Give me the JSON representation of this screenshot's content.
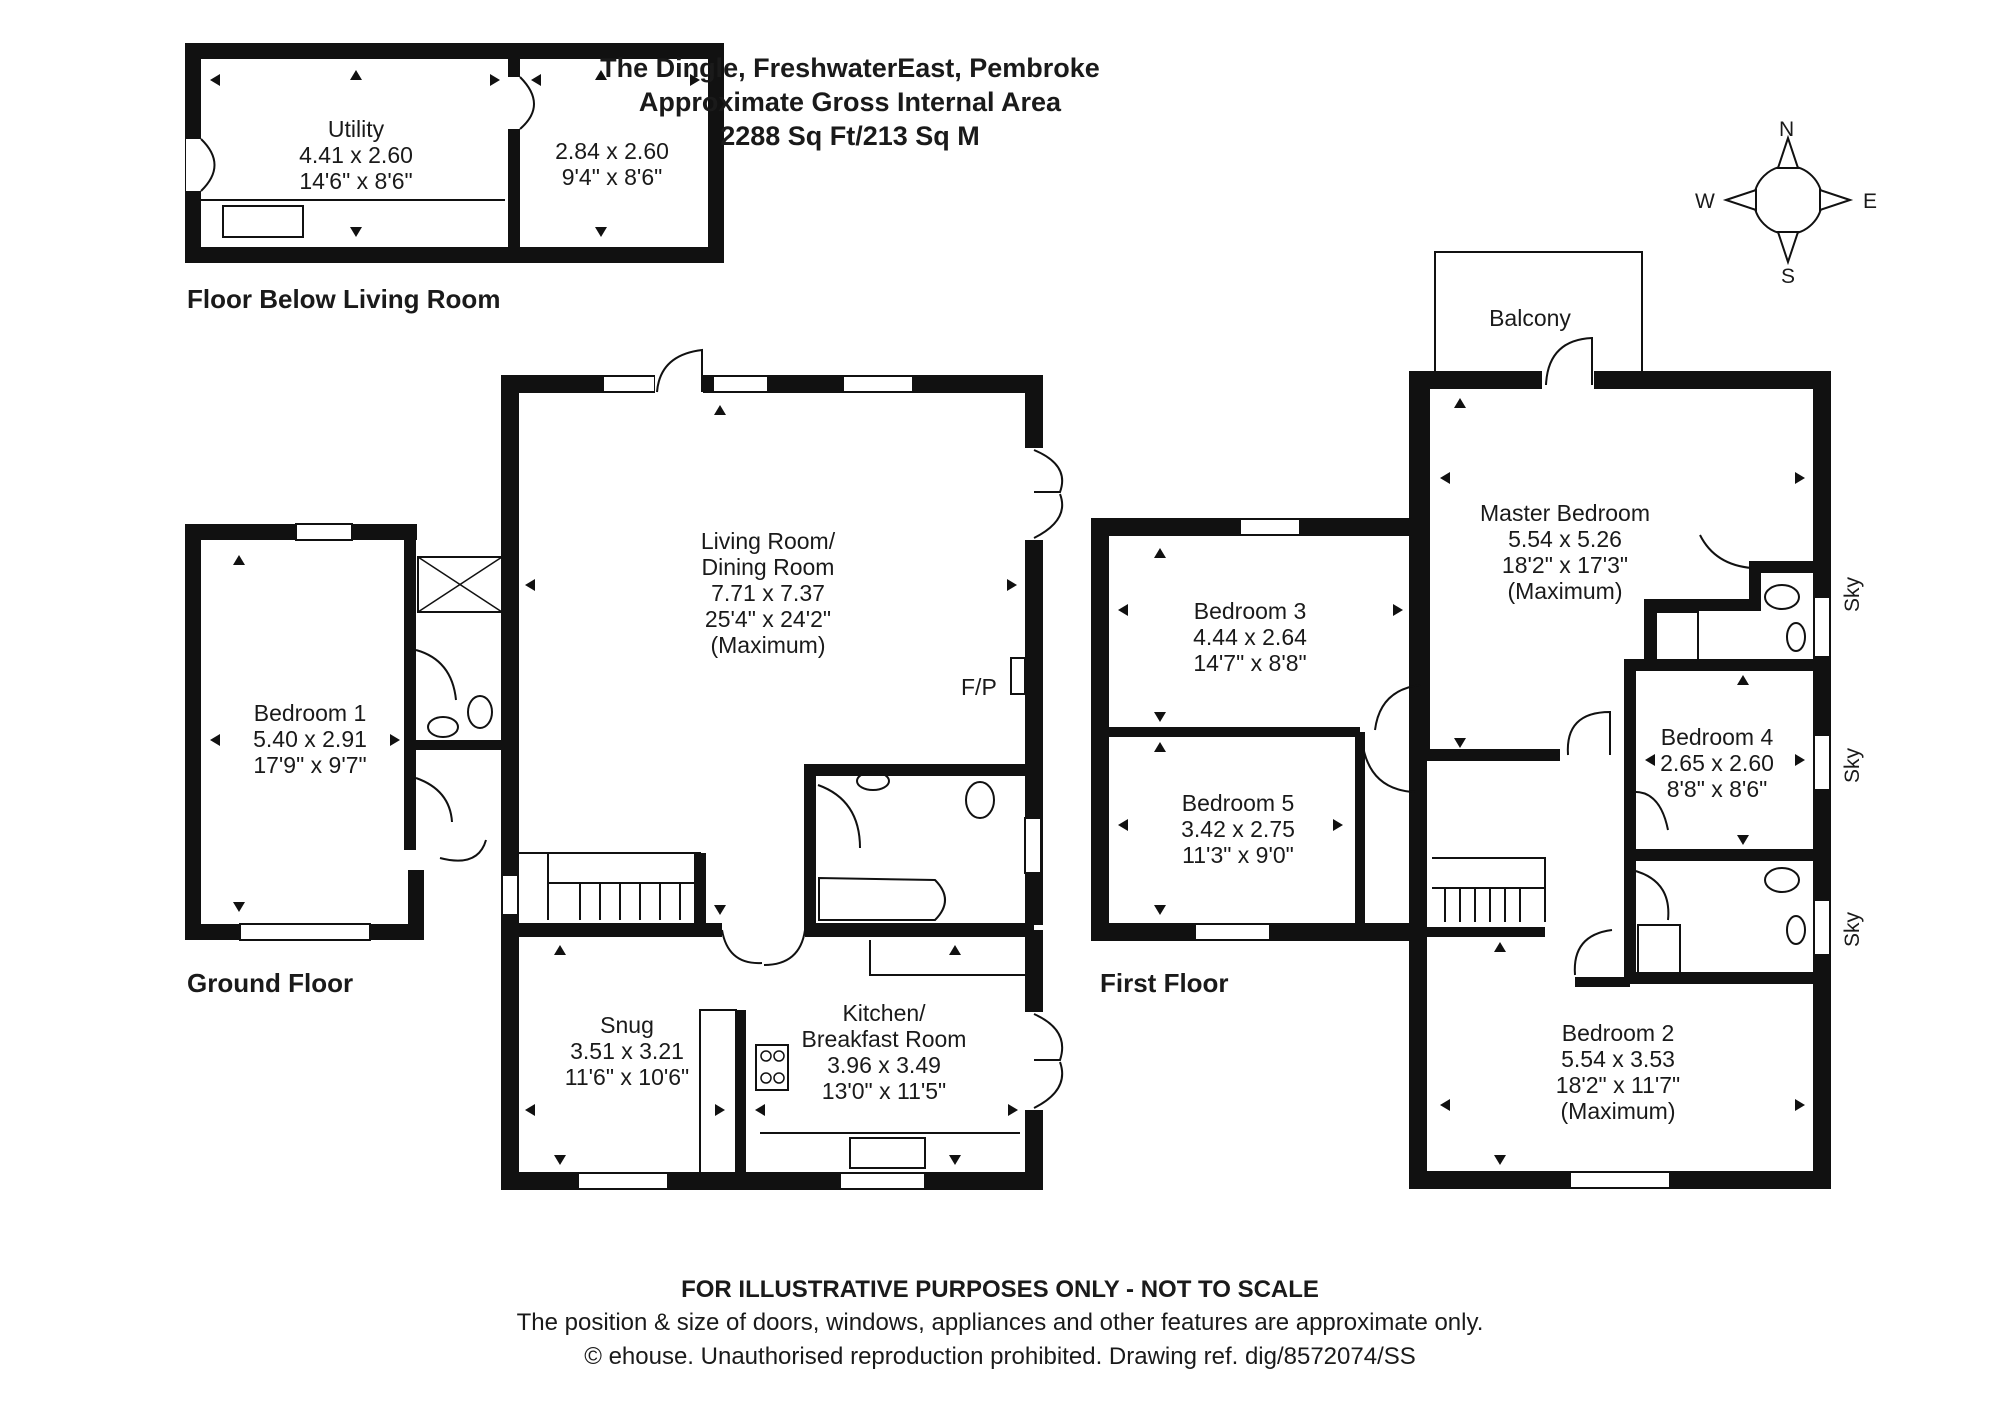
{
  "header": {
    "title": "The Dingle, FreshwaterEast, Pembroke",
    "subtitle": "Approximate Gross Internal Area",
    "area": "2288 Sq Ft/213 Sq M"
  },
  "compass": {
    "n": "N",
    "e": "E",
    "s": "S",
    "w": "W"
  },
  "floors": {
    "below": "Floor Below Living Room",
    "ground": "Ground Floor",
    "first": "First Floor"
  },
  "rooms": {
    "utility": {
      "name": "Utility",
      "metric": "4.41 x 2.60",
      "imperial": "14'6\" x 8'6\""
    },
    "store": {
      "metric": "2.84 x 2.60",
      "imperial": "9'4\" x 8'6\""
    },
    "bedroom1": {
      "name": "Bedroom 1",
      "metric": "5.40 x 2.91",
      "imperial": "17'9\" x 9'7\""
    },
    "living": {
      "name1": "Living Room/",
      "name2": "Dining Room",
      "metric": "7.71 x 7.37",
      "imperial": "25'4\" x 24'2\"",
      "note": "(Maximum)"
    },
    "fp": "F/P",
    "snug": {
      "name": "Snug",
      "metric": "3.51 x 3.21",
      "imperial": "11'6\" x 10'6\""
    },
    "kitchen": {
      "name1": "Kitchen/",
      "name2": "Breakfast Room",
      "metric": "3.96 x 3.49",
      "imperial": "13'0\" x 11'5\""
    },
    "balcony": "Balcony",
    "master": {
      "name": "Master Bedroom",
      "metric": "5.54 x 5.26",
      "imperial": "18'2\" x 17'3\"",
      "note": "(Maximum)"
    },
    "bedroom3": {
      "name": "Bedroom 3",
      "metric": "4.44 x 2.64",
      "imperial": "14'7\" x 8'8\""
    },
    "bedroom5": {
      "name": "Bedroom 5",
      "metric": "3.42 x 2.75",
      "imperial": "11'3\" x 9'0\""
    },
    "bedroom4": {
      "name": "Bedroom 4",
      "metric": "2.65 x 2.60",
      "imperial": "8'8\" x 8'6\""
    },
    "bedroom2": {
      "name": "Bedroom 2",
      "metric": "5.54 x 3.53",
      "imperial": "18'2\" x 11'7\"",
      "note": "(Maximum)"
    },
    "sky": "Sky"
  },
  "footer": {
    "line1": "FOR ILLUSTRATIVE PURPOSES ONLY - NOT TO SCALE",
    "line2": "The position & size of doors, windows, appliances and other features are approximate only.",
    "line3": "© ehouse. Unauthorised reproduction prohibited. Drawing ref. dig/8572074/SS"
  }
}
